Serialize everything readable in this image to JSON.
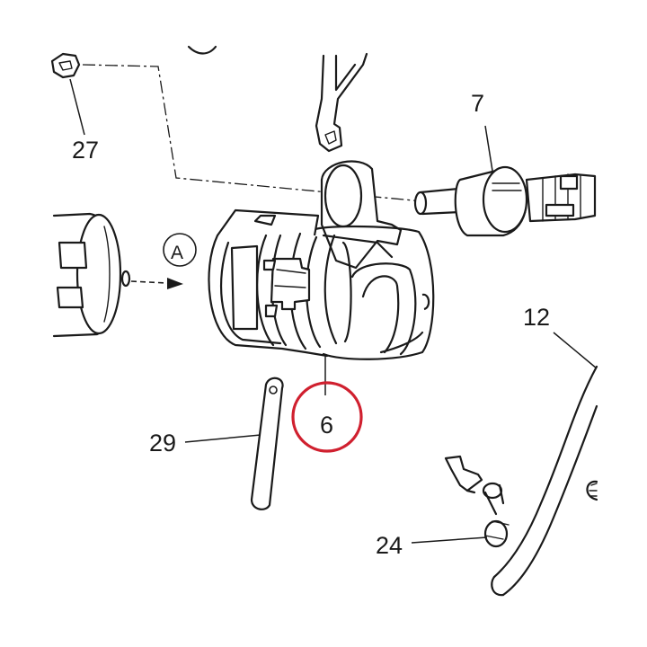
{
  "callouts": {
    "part_27": "27",
    "part_7": "7",
    "part_6": "6",
    "part_29": "29",
    "part_12": "12",
    "part_24": "24",
    "view_arrow_a": "A"
  },
  "colors": {
    "highlight": "#d0202f",
    "line": "#1a1a1a"
  },
  "highlighted_part": "6"
}
